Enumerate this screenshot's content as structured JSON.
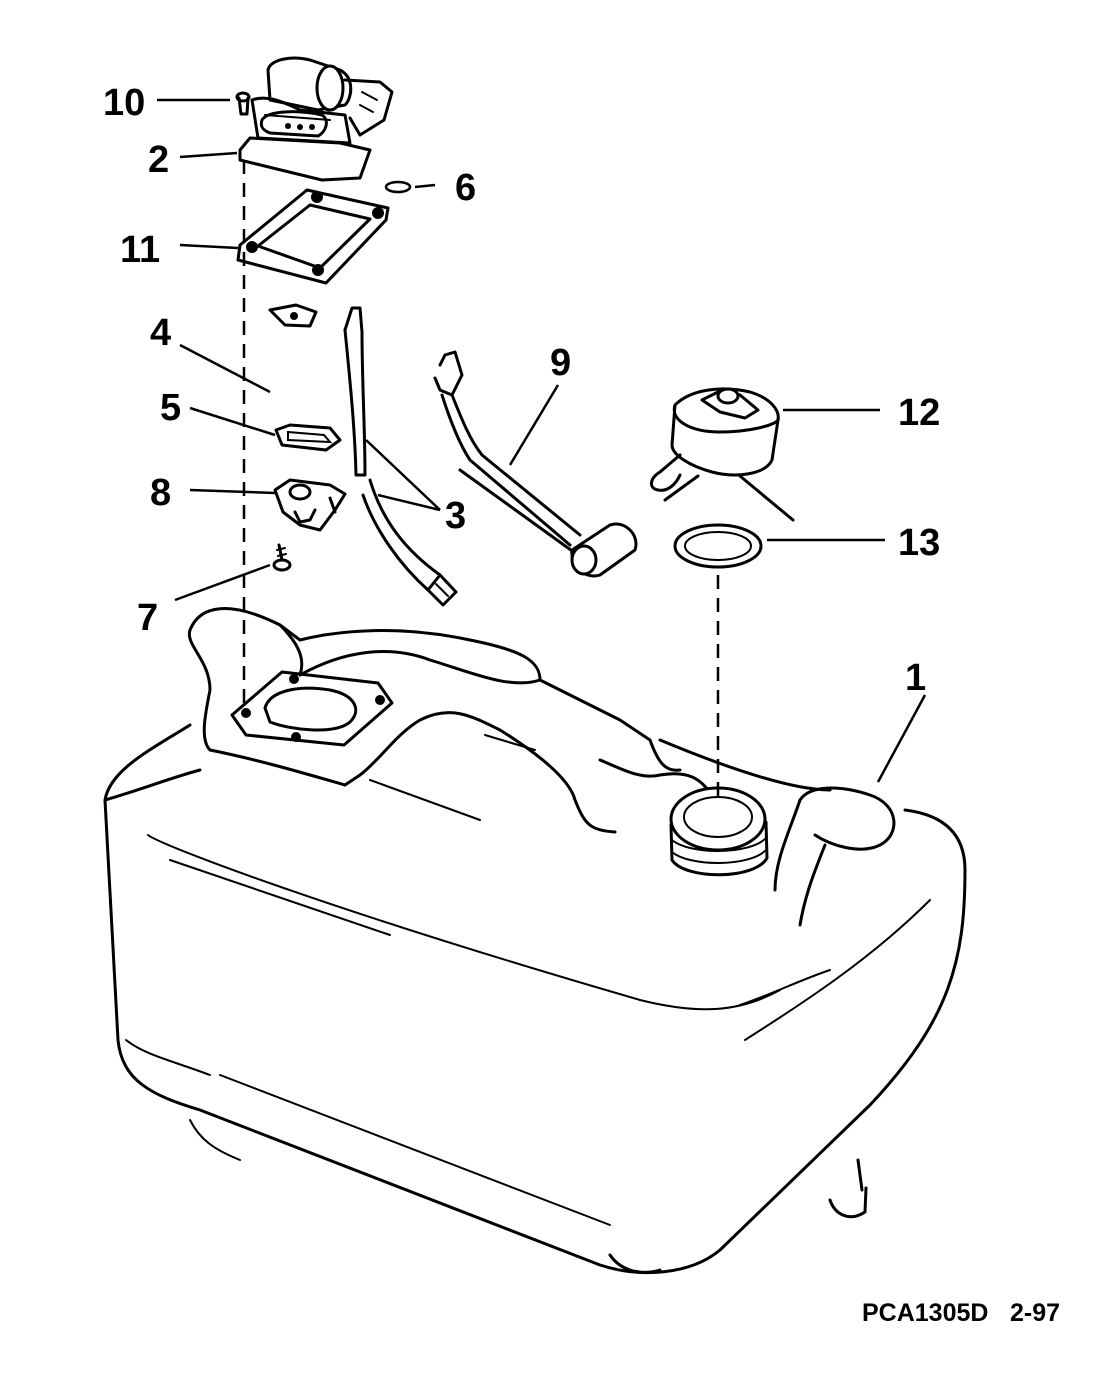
{
  "callouts": {
    "c1": "1",
    "c2": "2",
    "c3": "3",
    "c4": "4",
    "c5": "5",
    "c6": "6",
    "c7": "7",
    "c8": "8",
    "c9": "9",
    "c10": "10",
    "c11": "11",
    "c12": "12",
    "c13": "13"
  },
  "footer": {
    "drawing_code": "PCA1305D",
    "revision": "2-97"
  },
  "colors": {
    "ink": "#000000",
    "paper": "#ffffff"
  }
}
